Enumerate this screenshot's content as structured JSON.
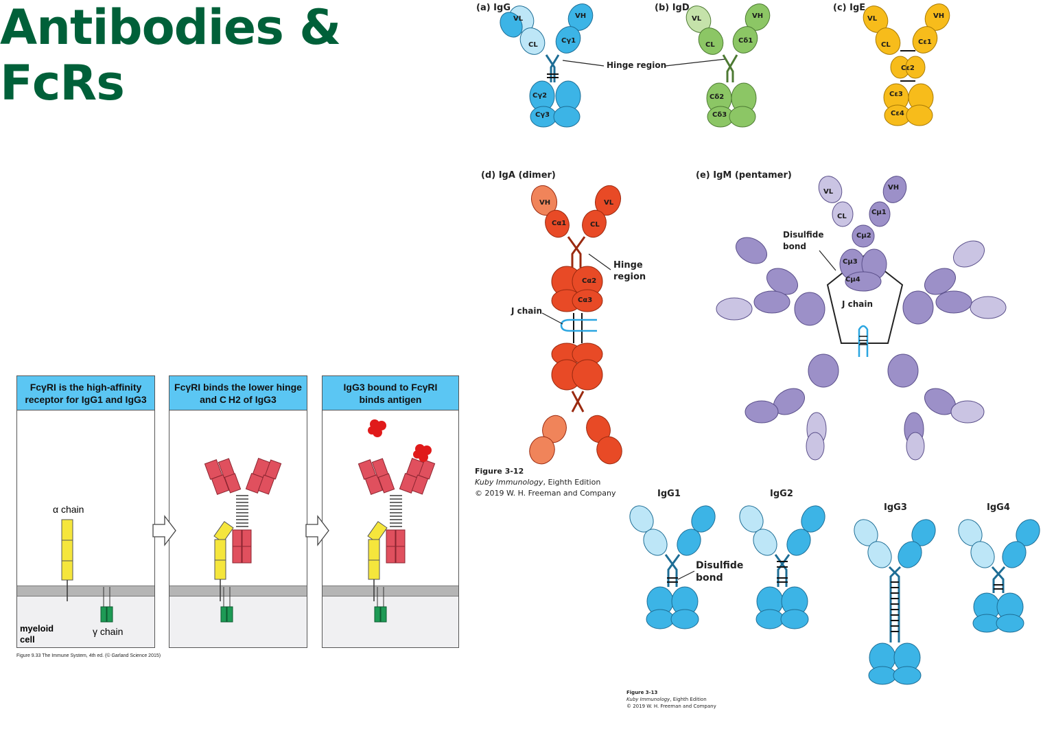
{
  "slide": {
    "title_line1": "Antibodies &",
    "title_line2": "FcRs"
  },
  "structures": {
    "igg": {
      "label": "(a) IgG",
      "domains": [
        "VL",
        "CL",
        "VH",
        "Cγ1",
        "Cγ2",
        "Cγ3"
      ]
    },
    "igd": {
      "label": "(b) IgD",
      "domains": [
        "VL",
        "CL",
        "VH",
        "Cδ1",
        "Cδ2",
        "Cδ3"
      ]
    },
    "ige": {
      "label": "(c) IgE",
      "domains": [
        "VL",
        "CL",
        "VH",
        "Cε1",
        "Cε2",
        "Cε3",
        "Cε4"
      ]
    },
    "iga": {
      "label": "(d) IgA (dimer)",
      "domains": [
        "VH",
        "VL",
        "Cα1",
        "CL",
        "Cα2",
        "Cα3"
      ]
    },
    "igm": {
      "label": "(e) IgM (pentamer)",
      "domains": [
        "VL",
        "VH",
        "CL",
        "Cμ1",
        "Cμ2",
        "Cμ3",
        "Cμ4"
      ]
    },
    "hinge_region": "Hinge region",
    "hinge_region_iga": [
      "Hinge",
      "region"
    ],
    "j_chain": "J chain",
    "disulfide_bond": [
      "Disulfide",
      "bond"
    ],
    "colors": {
      "igg": "#3cb4e6",
      "igd": "#8cc665",
      "ige": "#f7bc1b",
      "iga": "#e84a26",
      "igm": "#9c90c8"
    }
  },
  "figure_3_12": {
    "number": "Figure 3-12",
    "book": "Kuby Immunology",
    "edition": ", Eighth Edition",
    "copyright": "© 2019 W. H. Freeman and Company"
  },
  "subclasses": {
    "labels": [
      "IgG1",
      "IgG2",
      "IgG3",
      "IgG4"
    ],
    "disulfide_bond": [
      "Disulfide",
      "bond"
    ]
  },
  "figure_3_13": {
    "number": "Figure 3-13",
    "book": "Kuby Immunology",
    "edition": ", Eighth Edition",
    "copyright": "© 2019 W. H. Freeman and Company"
  },
  "fcr_panels": [
    {
      "title_line1": "FcγRI is the high-affinity",
      "title_line2": "receptor for IgG1 and IgG3"
    },
    {
      "title_line1": "FcγRI binds the lower hinge",
      "title_line2": "and C H2 of IgG3"
    },
    {
      "title_line1": "IgG3 bound to FcγRI",
      "title_line2": "binds antigen"
    }
  ],
  "fcr_labels": {
    "alpha_chain": "α chain",
    "gamma_chain": "γ chain",
    "cell_line1": "myeloid",
    "cell_line2": "cell"
  },
  "fcr_colors": {
    "alpha": "#f5e63c",
    "gamma": "#1e9a55",
    "igg3": "#e0505e",
    "antigen": "#e01a1a",
    "header": "#5bc6f3"
  },
  "figure_9_33": "Figure 9.33  The Immune System, 4th ed. (© Garland Science 2015)"
}
